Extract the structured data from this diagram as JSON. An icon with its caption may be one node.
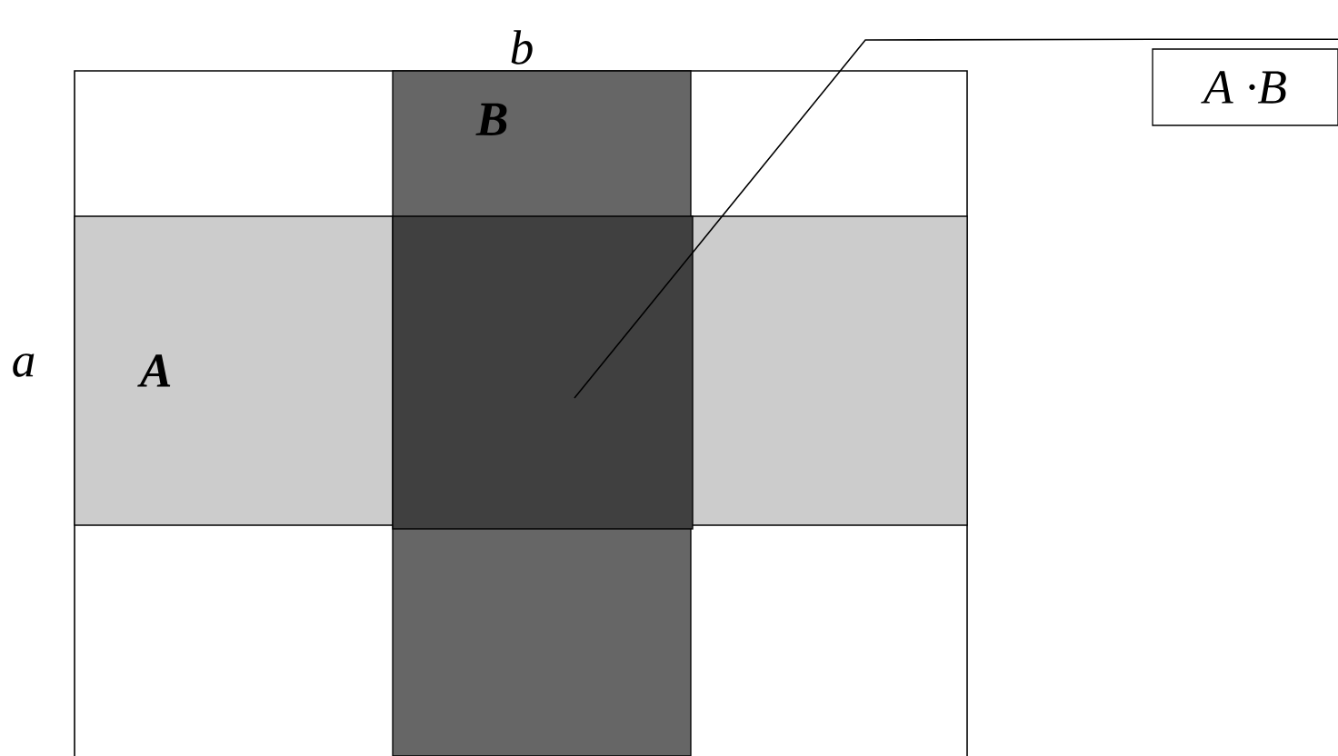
{
  "diagram": {
    "nodes": [
      {
        "text": [
          "**A**"
        ],
        "beside": [
          "a"
        ]
      },
      {
        "text": [
          "**B**"
        ],
        "beside": [
          "b"
        ]
      },
      {
        "text": [],
        "shape": "box"
      },
      {
        "text": [
          "A ·B"
        ]
      }
    ],
    "edges": [
      {
        "from": 3,
        "to": 2,
        "arrow": "none"
      }
    ]
  }
}
